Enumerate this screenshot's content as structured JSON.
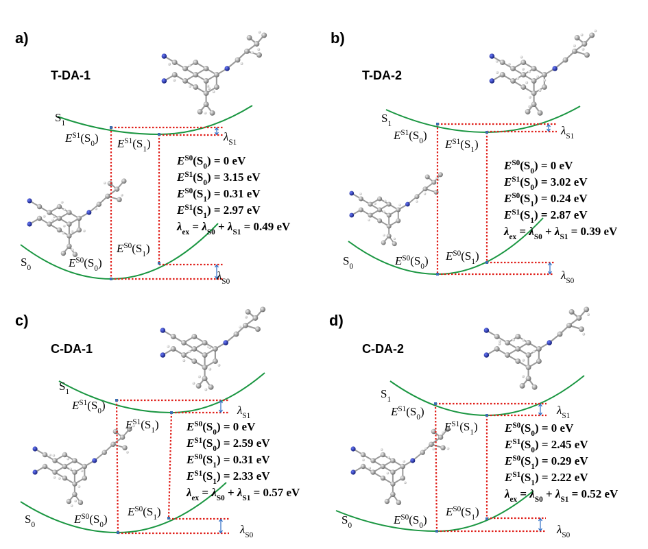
{
  "panels": [
    {
      "letter": "a)",
      "name": "T-DA-1",
      "values": {
        "ES0S0": "0 eV",
        "ES1S0": "3.15 eV",
        "ES0S1": "0.31 eV",
        "ES1S1": "2.97 eV",
        "lambda_ex": "0.49 eV"
      }
    },
    {
      "letter": "b)",
      "name": "T-DA-2",
      "values": {
        "ES0S0": "0 eV",
        "ES1S0": "3.02 eV",
        "ES0S1": "0.24 eV",
        "ES1S1": "2.87 eV",
        "lambda_ex": "0.39 eV"
      }
    },
    {
      "letter": "c)",
      "name": "C-DA-1",
      "values": {
        "ES0S0": "0 eV",
        "ES1S0": "2.59 eV",
        "ES0S1": "0.31 eV",
        "ES1S1": "2.33 eV",
        "lambda_ex": "0.57 eV"
      }
    },
    {
      "letter": "d)",
      "name": "C-DA-2",
      "values": {
        "ES0S0": "0 eV",
        "ES1S0": "2.45 eV",
        "ES0S1": "0.29 eV",
        "ES1S1": "2.22 eV",
        "lambda_ex": "0.52 eV"
      }
    }
  ],
  "colors": {
    "curve": "#1a9641",
    "dotted": "#e0201b",
    "arrow": "#2b6cc4",
    "marker": "#3a6fb0",
    "atom_c": "#8a8a8a",
    "atom_n": "#1f2f9e",
    "atom_h": "#cfcfcf"
  }
}
